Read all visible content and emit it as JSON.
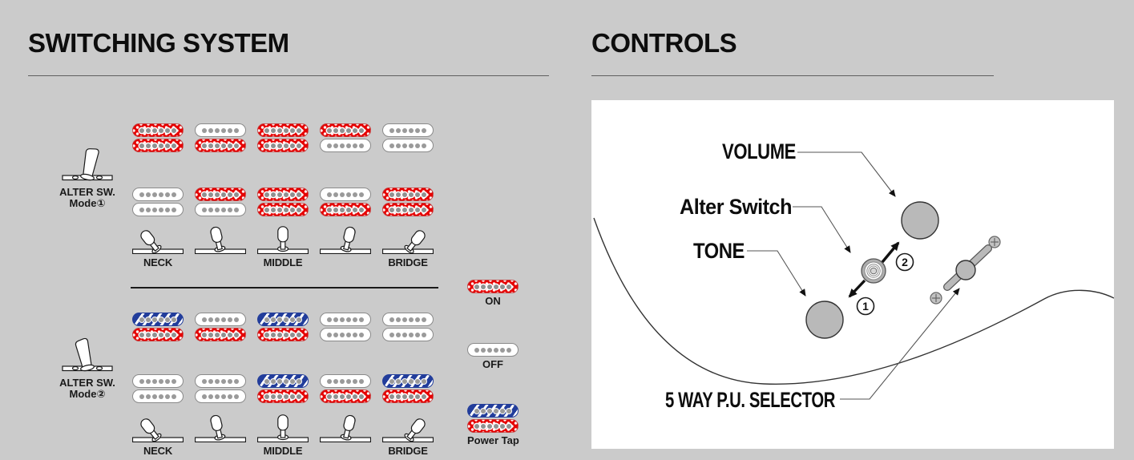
{
  "switching": {
    "title": "SWITCHING SYSTEM",
    "modes": [
      {
        "switch_label": [
          "ALTER SW.",
          "Mode①"
        ],
        "neck_row": [
          "RR",
          "WR",
          "RR",
          "RW",
          "WW"
        ],
        "bridge_row": [
          "WW",
          "RW",
          "RR",
          "WR",
          "RR"
        ],
        "position_labels": [
          "NECK",
          "",
          "MIDDLE",
          "",
          "BRIDGE"
        ]
      },
      {
        "switch_label": [
          "ALTER SW.",
          "Mode②"
        ],
        "neck_row": [
          "BR",
          "WR",
          "BR",
          "WW",
          "WW"
        ],
        "bridge_row": [
          "WW",
          "WW",
          "BR",
          "WR",
          "BR"
        ],
        "position_labels": [
          "NECK",
          "",
          "MIDDLE",
          "",
          "BRIDGE"
        ]
      }
    ],
    "legend": [
      {
        "coils": [
          "R"
        ],
        "label": "ON"
      },
      {
        "coils": [
          "W"
        ],
        "label": "OFF"
      },
      {
        "coils": [
          "B",
          "R"
        ],
        "label": "Power Tap"
      }
    ],
    "coil_colors": {
      "R": "#e50000",
      "W": "#ffffff",
      "B": "#223d9b"
    }
  },
  "controls": {
    "title": "CONTROLS",
    "labels": {
      "volume": "VOLUME",
      "alter": "Alter Switch",
      "tone": "TONE",
      "selector": "5 WAY P.U. SELECTOR"
    },
    "step_badges": [
      "1",
      "2"
    ],
    "knob_color": "#b9b9b9",
    "panel_background": "#ffffff",
    "page_background": "#cbcbcb"
  }
}
